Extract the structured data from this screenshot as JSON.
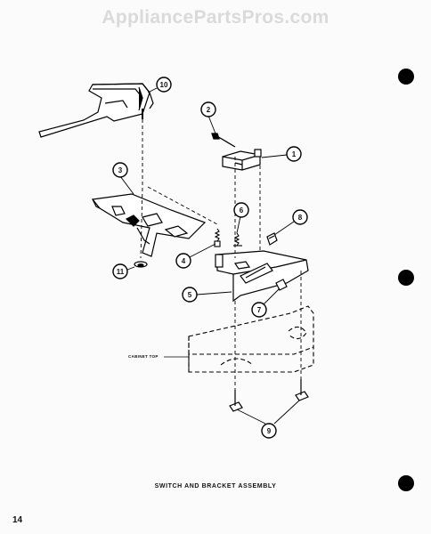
{
  "watermark": "AppliancePartsPros.com",
  "caption": "SWITCH AND BRACKET ASSEMBLY",
  "page_number": "14",
  "cabinet_label": "CABINET TOP",
  "callouts": [
    "1",
    "2",
    "3",
    "4",
    "5",
    "6",
    "7",
    "8",
    "9",
    "10",
    "11"
  ]
}
